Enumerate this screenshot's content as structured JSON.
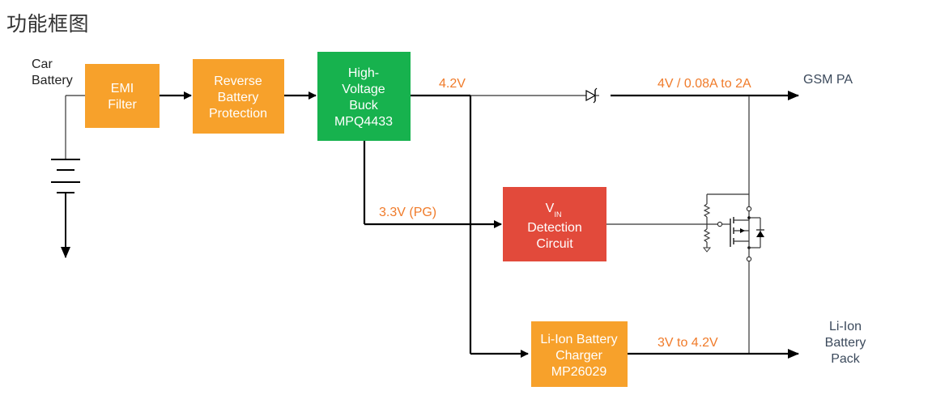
{
  "page": {
    "title": "功能框图"
  },
  "colors": {
    "orange_block": "#f7a12b",
    "green_block": "#17b24e",
    "red_block": "#e24a3b",
    "label_orange": "#f07b2a",
    "label_dark": "#3c4a5c"
  },
  "diagram": {
    "source": {
      "line1": "Car",
      "line2": "Battery"
    },
    "blocks": {
      "emi": {
        "lines": [
          "EMI",
          "Filter"
        ]
      },
      "reverse": {
        "lines": [
          "Reverse",
          "Battery",
          "Protection"
        ]
      },
      "buck": {
        "lines": [
          "High-",
          "Voltage",
          "Buck",
          "MPQ4433"
        ]
      },
      "vin": {
        "main": "V",
        "sub": "IN",
        "lines": [
          "Detection",
          "Circuit"
        ]
      },
      "charger": {
        "lines": [
          "Li-Ion Battery",
          "Charger",
          "MP26029"
        ]
      }
    },
    "labels": {
      "v42": "4.2V",
      "v33": "3.3V (PG)",
      "gsm_rail": "4V / 0.08A to 2A",
      "batt_rail": "3V to 4.2V"
    },
    "outputs": {
      "gsm": "GSM PA",
      "battery_pack": [
        "Li-Ion",
        "Battery",
        "Pack"
      ]
    }
  }
}
